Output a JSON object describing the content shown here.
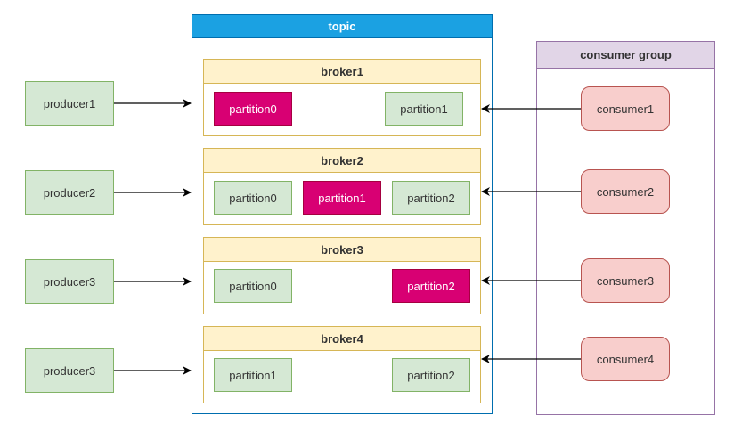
{
  "producers": [
    "producer1",
    "producer2",
    "producer3",
    "producer3"
  ],
  "topic": {
    "title": "topic",
    "brokers": [
      {
        "name": "broker1",
        "partitions": [
          "partition0",
          "partition1"
        ],
        "leader": "partition0"
      },
      {
        "name": "broker2",
        "partitions": [
          "partition0",
          "partition1",
          "partition2"
        ],
        "leader": "partition1"
      },
      {
        "name": "broker3",
        "partitions": [
          "partition0",
          "partition2"
        ],
        "leader": "partition2"
      },
      {
        "name": "broker4",
        "partitions": [
          "partition1",
          "partition2"
        ],
        "leader": null
      }
    ]
  },
  "consumer_group": {
    "title": "consumer group",
    "consumers": [
      "consumer1",
      "consumer2",
      "consumer3",
      "consumer4"
    ]
  },
  "colors": {
    "producer_fill": "#d5e8d4",
    "partition_fill": "#d5e8d4",
    "leader_partition_fill": "#d80073",
    "topic_header": "#1ba1e2",
    "broker_header": "#fff2cc",
    "consumer_group_header": "#e1d5e7",
    "consumer_fill": "#f8cecc"
  }
}
